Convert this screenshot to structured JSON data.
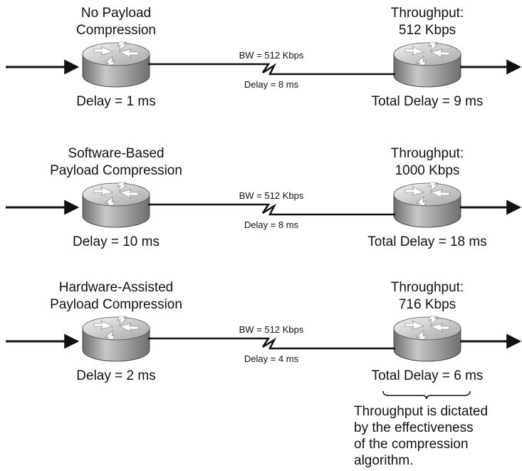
{
  "colors": {
    "line": "#111111",
    "router_top_light": "#f2f2f2",
    "router_top_dark": "#a6a6a6",
    "router_side_light": "#c8c8c8",
    "router_side_dark": "#6e6e6e",
    "router_arrows": "#ffffff"
  },
  "icons": {
    "router": "router-icon",
    "serial_link": "serial-link-zigzag-icon",
    "flow_arrow": "arrow-right-icon",
    "brace": "bottom-brace-icon"
  },
  "rows": [
    {
      "left_title": [
        "No Payload",
        "Compression"
      ],
      "left_delay": "Delay = 1 ms",
      "link_bw": "BW = 512 Kbps",
      "link_delay": "Delay = 8 ms",
      "right_title": [
        "Throughput:",
        "512 Kbps"
      ],
      "right_delay": "Total Delay = 9 ms"
    },
    {
      "left_title": [
        "Software-Based",
        "Payload Compression"
      ],
      "left_delay": "Delay = 10 ms",
      "link_bw": "BW = 512 Kbps",
      "link_delay": "Delay = 8 ms",
      "right_title": [
        "Throughput:",
        "1000 Kbps"
      ],
      "right_delay": "Total Delay = 18 ms"
    },
    {
      "left_title": [
        "Hardware-Assisted",
        "Payload Compression"
      ],
      "left_delay": "Delay = 2 ms",
      "link_bw": "BW = 512 Kbps",
      "link_delay": "Delay = 4 ms",
      "right_title": [
        "Throughput:",
        "716 Kbps"
      ],
      "right_delay": "Total Delay = 6 ms"
    }
  ],
  "note": [
    "Throughput is dictated",
    "by the effectiveness",
    "of the compression",
    "algorithm."
  ]
}
